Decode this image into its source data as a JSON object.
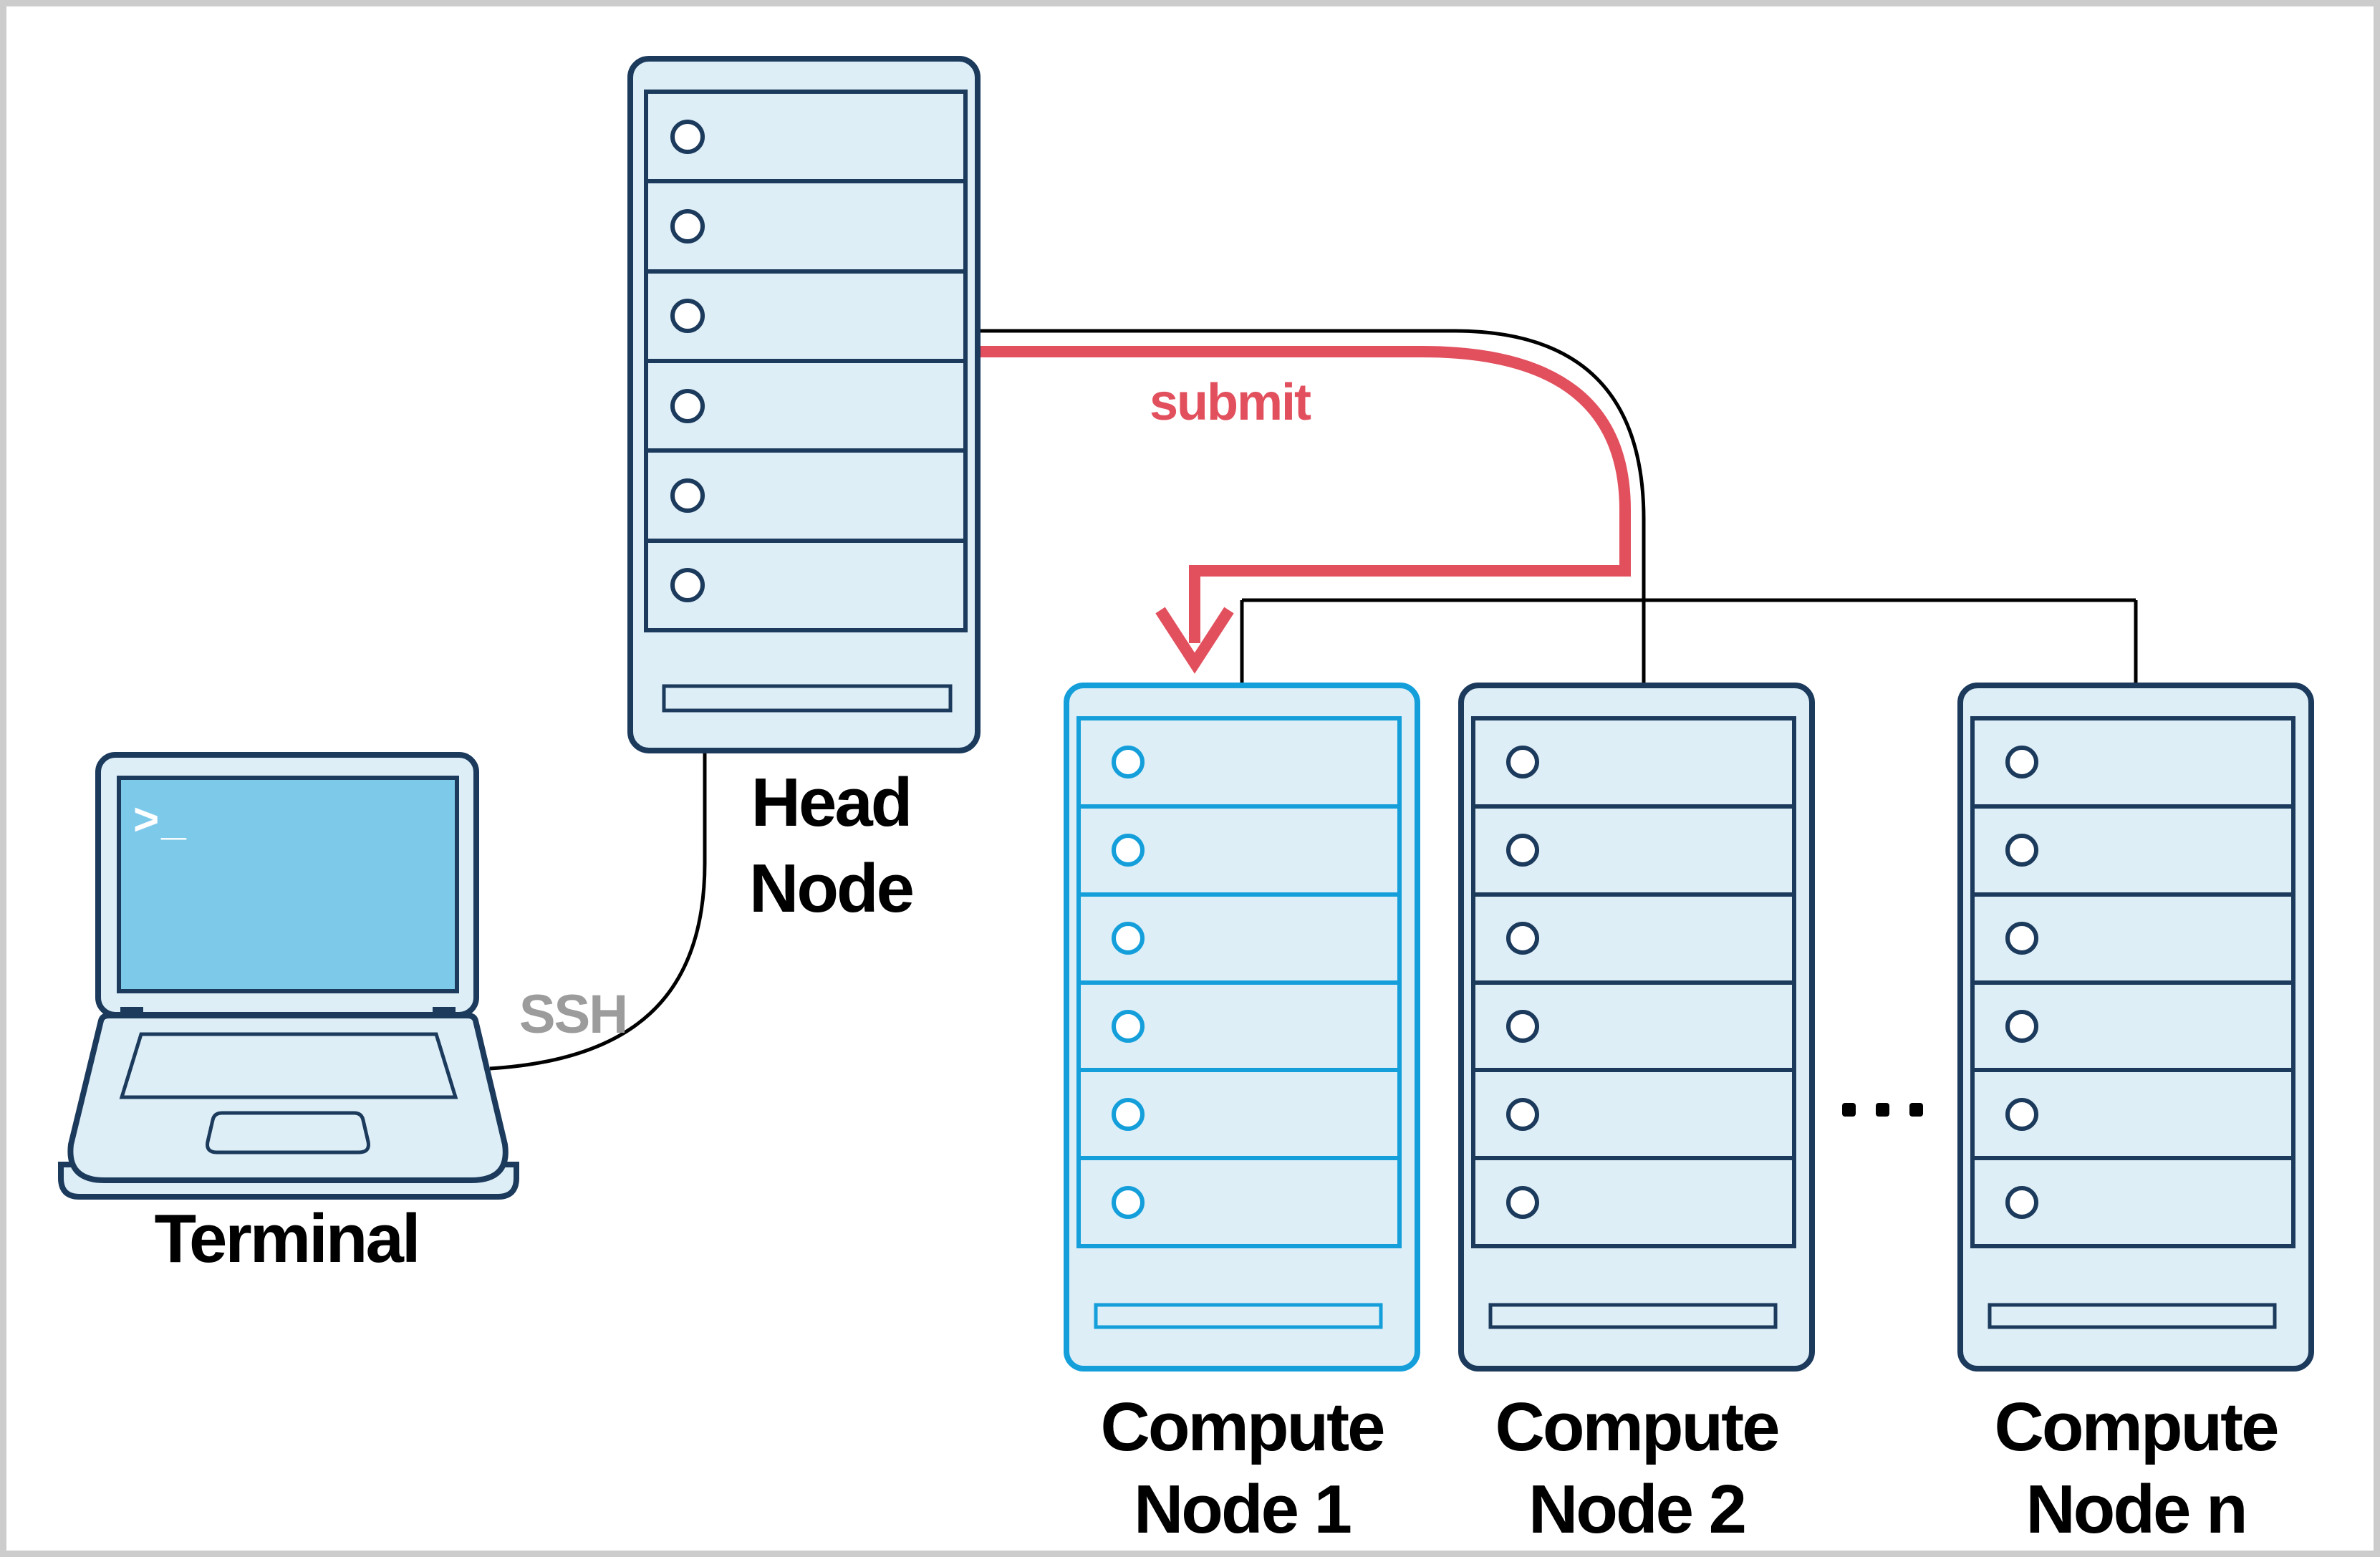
{
  "diagram": {
    "terminal": {
      "label": "Terminal",
      "prompt": ">_"
    },
    "connections": {
      "ssh_label": "SSH",
      "submit_label": "submit"
    },
    "head_node": {
      "label_line1": "Head",
      "label_line2": "Node"
    },
    "compute_nodes": [
      {
        "line1": "Compute",
        "line2": "Node 1"
      },
      {
        "line1": "Compute",
        "line2": "Node 2"
      },
      {
        "line1": "Compute",
        "line2": "Node n"
      }
    ],
    "ellipsis": "...",
    "colors": {
      "navy_outline": "#1b3a5c",
      "light_blue_fill": "#ddeef7",
      "screen_blue": "#7dc9ea",
      "highlight_cyan": "#149fdb",
      "submit_red": "#e2505e",
      "ssh_gray": "#9c9c9c",
      "wire_black": "#000000",
      "frame_gray": "#cccccc"
    }
  }
}
